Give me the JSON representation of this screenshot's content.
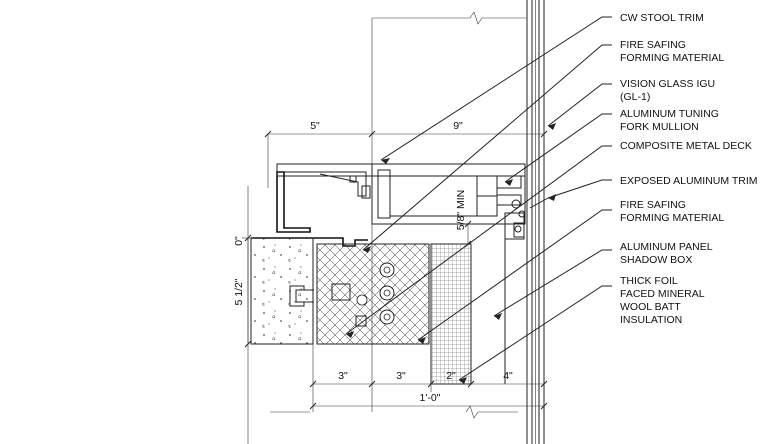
{
  "callouts": [
    {
      "id": "cw_stool_trim",
      "lines": [
        "CW STOOL TRIM"
      ]
    },
    {
      "id": "fire_safing_forming_1",
      "lines": [
        "FIRE SAFING",
        "FORMING MATERIAL"
      ]
    },
    {
      "id": "vision_glass_igu",
      "lines": [
        "VISION GLASS IGU",
        "(GL-1)"
      ]
    },
    {
      "id": "aluminum_tuning_fork_mullion",
      "lines": [
        "ALUMINUM TUNING",
        "FORK MULLION"
      ]
    },
    {
      "id": "composite_metal_deck",
      "lines": [
        "COMPOSITE METAL DECK"
      ]
    },
    {
      "id": "exposed_aluminum_trim",
      "lines": [
        "EXPOSED ALUMINUM TRIM"
      ]
    },
    {
      "id": "fire_safing_forming_2",
      "lines": [
        "FIRE SAFING",
        "FORMING MATERIAL"
      ]
    },
    {
      "id": "aluminum_panel_shadow_box",
      "lines": [
        "ALUMINUM PANEL",
        "SHADOW BOX"
      ]
    },
    {
      "id": "thick_foil_insulation",
      "lines": [
        "THICK FOIL",
        "FACED MINERAL",
        "WOOL BATT",
        "INSULATION"
      ]
    }
  ],
  "dimensions": {
    "top_left": "5\"",
    "top_right": "9\"",
    "vertical_min": "5/8\" MIN",
    "slab_zero": "0\"",
    "slab_depth": "5 1/2\"",
    "bottom_a": "3\"",
    "bottom_b": "3\"",
    "bottom_c": "2\"",
    "bottom_d": "4\"",
    "overall": "1'-0\""
  },
  "colors": {
    "line": "#222222",
    "background": "#ffffff"
  }
}
